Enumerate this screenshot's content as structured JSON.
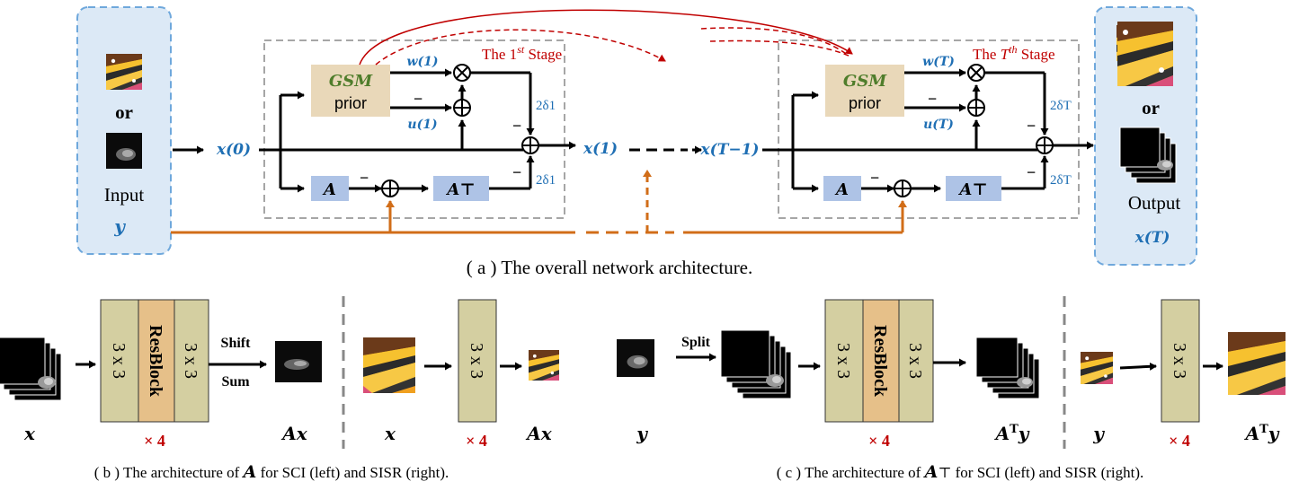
{
  "colors": {
    "stage_border": "#a6a6a6",
    "io_panel_fill": "#dce9f6",
    "io_panel_border": "#6fa8dc",
    "gsm_fill": "#e9d8b9",
    "a_block_fill": "#aec3e6",
    "conv_fill": "#d4cfa1",
    "resblock_fill": "#e6c089",
    "orange": "#d16d18",
    "red": "#c00000",
    "blue": "#1f6fb4",
    "green": "#4f7d2b"
  },
  "icons": [
    "butterfly-image-icon",
    "dark-sci-measurement-icon",
    "image-stack-icon"
  ],
  "part_a": {
    "caption": "( a ) The overall network architecture.",
    "input": {
      "or": "or",
      "label": "Input",
      "symbol": "y"
    },
    "output": {
      "or": "or",
      "label": "Output",
      "symbol": "x(T)"
    },
    "stage1": {
      "title": "The 1st Stage",
      "gsm_top": "GSM",
      "gsm_bottom": "prior",
      "w": "w(1)",
      "u": "u(1)",
      "delta_top": "2δ1",
      "delta_bottom": "2δ1",
      "a_block": "A",
      "at_block": "A⊤",
      "input_x": "x(0)",
      "output_x": "x(1)"
    },
    "stageT": {
      "title": "The Tth Stage",
      "gsm_top": "GSM",
      "gsm_bottom": "prior",
      "w": "w(T)",
      "u": "u(T)",
      "delta_top": "2δT",
      "delta_bottom": "2δT",
      "a_block": "A",
      "at_block": "A⊤",
      "input_x": "x(T−1)"
    },
    "minus": "−"
  },
  "part_b": {
    "caption": "( b ) The architecture of A for SCI (left) and SISR (right).",
    "sci": {
      "conv_left": "3 x 3",
      "resblock": "ResBlock",
      "conv_right": "3 x 3",
      "repeat": "× 4",
      "shift": "Shift",
      "sum": "Sum",
      "in_label": "x",
      "out_label": "Ax"
    },
    "sisr": {
      "conv": "3 x 3",
      "repeat": "× 4",
      "in_label": "x",
      "out_label": "Ax"
    }
  },
  "part_c": {
    "caption": "( c ) The architecture of A⊤ for SCI (left) and SISR (right).",
    "sci": {
      "split": "Split",
      "conv_left": "3 x 3",
      "resblock": "ResBlock",
      "conv_right": "3 x 3",
      "repeat": "× 4",
      "in_label": "y",
      "out_label": "ATy"
    },
    "sisr": {
      "conv": "3 x 3",
      "repeat": "× 4",
      "in_label": "y",
      "out_label": "ATy"
    }
  }
}
